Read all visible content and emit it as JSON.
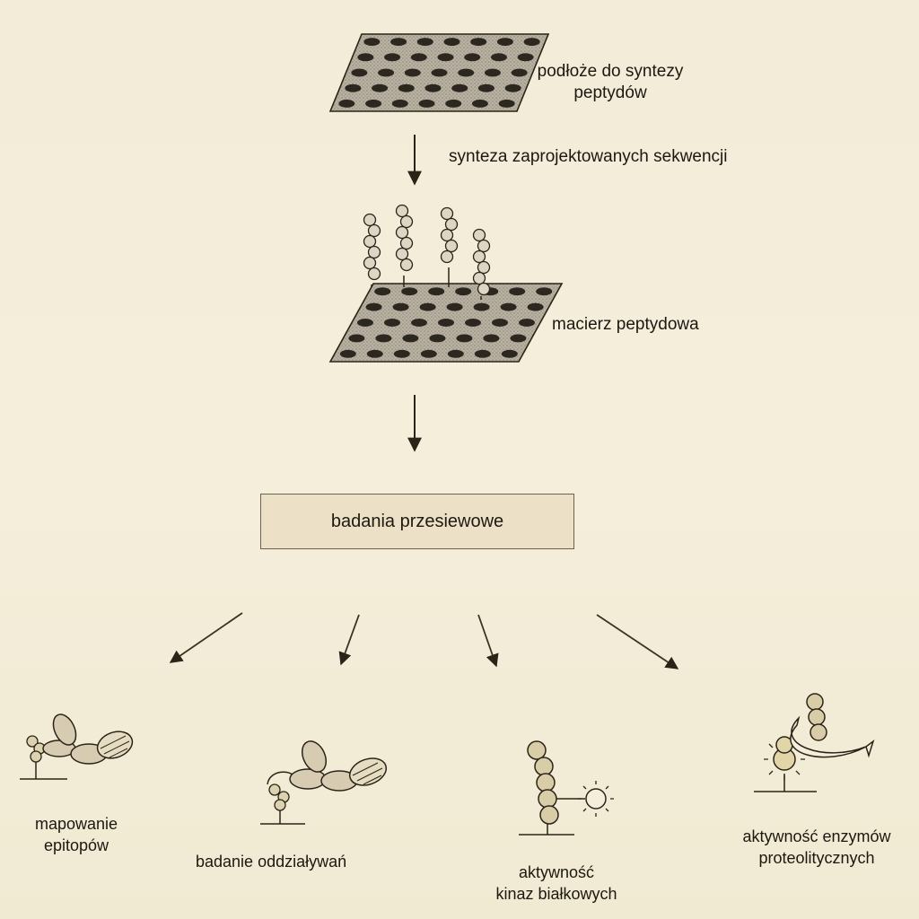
{
  "top": {
    "substrate_label": "podłoże do syntezy\npeptydów",
    "synthesis_label": "synteza zaprojektowanych sekwencji",
    "array_label": "macierz peptydowa"
  },
  "screening": {
    "label": "badania przesiewowe"
  },
  "applications": [
    {
      "label": "mapowanie\nepitopów"
    },
    {
      "label": "badanie oddziaływań"
    },
    {
      "label": "aktywność\nkinaz białkowych"
    },
    {
      "label": "aktywność enzymów\nproteolitycznych"
    }
  ]
}
